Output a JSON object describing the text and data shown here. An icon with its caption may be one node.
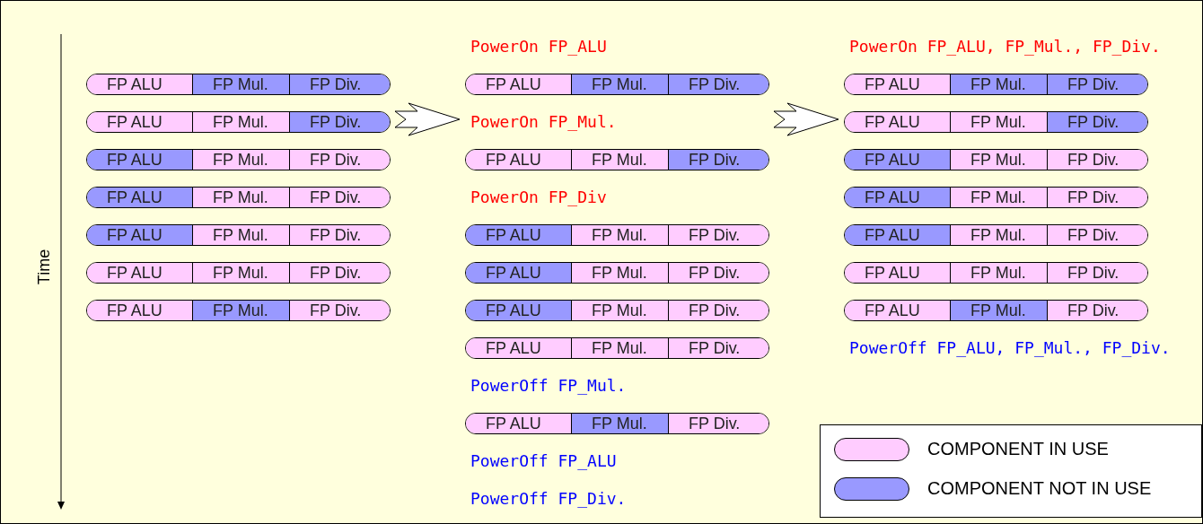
{
  "diagram": {
    "nodes": [
      {
        "text": [],
        "shape": "box"
      },
      {
        "text": [],
        "shape": "box"
      },
      {
        "text": [],
        "shape": "box"
      },
      {
        "text": [
          "FP ALU",
          "FP Mul.",
          "FP Div."
        ],
        "in": 0
      },
      {
        "text": [
          "FP ALU",
          "FP Mul.",
          "FP Div."
        ],
        "in": 0
      },
      {
        "text": [
          "FP ALU",
          "FP Mul.",
          "FP Div."
        ],
        "in": 0
      },
      {
        "text": [
          "FP ALU",
          "FP Mul.",
          "FP Div."
        ],
        "in": 0
      },
      {
        "text": [
          "FP ALU",
          "FP Mul.",
          "FP Div."
        ],
        "in": 0
      },
      {
        "text": [
          "FP ALU",
          "FP Mul.",
          "FP Div."
        ],
        "in": 0
      },
      {
        "text": [
          "FP ALU",
          "FP Mul.",
          "FP Div."
        ],
        "in": 0
      },
      {
        "text": [
          "FP ALU",
          "FP Mul.",
          "FP Div."
        ],
        "in": 1
      },
      {
        "text": [
          "FP ALU",
          "FP Mul.",
          "FP Div."
        ],
        "in": 1
      },
      {
        "text": [
          "FP ALU",
          "FP Mul.",
          "FP Div."
        ],
        "in": 1
      },
      {
        "text": [
          "FP ALU",
          "FP Mul.",
          "FP Div."
        ],
        "in": 1
      },
      {
        "text": [
          "FP ALU",
          "FP Mul.",
          "FP Div."
        ],
        "in": 1
      },
      {
        "text": [
          "FP ALU",
          "FP Mul.",
          "FP Div."
        ],
        "in": 1
      },
      {
        "text": [
          "FP ALU",
          "FP Mul.",
          "FP Div."
        ],
        "in": 1
      },
      {
        "text": [
          "FP ALU",
          "FP Mul.",
          "FP Div."
        ],
        "in": 2
      },
      {
        "text": [
          "FP ALU",
          "FP Mul.",
          "FP Div."
        ],
        "in": 2
      },
      {
        "text": [
          "FP ALU",
          "FP Mul.",
          "FP Div."
        ],
        "in": 2
      },
      {
        "text": [
          "FP ALU",
          "FP Mul.",
          "FP Div."
        ],
        "in": 2
      },
      {
        "text": [
          "FP ALU",
          "FP Mul.",
          "FP Div."
        ],
        "in": 2
      },
      {
        "text": [
          "FP ALU",
          "FP Mul.",
          "FP Div."
        ],
        "in": 2
      },
      {
        "text": [
          "FP ALU",
          "FP Mul.",
          "FP Div."
        ],
        "in": 2
      }
    ],
    "edges": [
      {
        "from": 0,
        "to": 1,
        "arrow": "to"
      },
      {
        "from": 1,
        "to": 2,
        "arrow": "to"
      }
    ],
    "labels": [
      "Time",
      "PowerOn FP_ALU",
      "PowerOn FP_Mul.",
      "PowerOn FP_Div",
      "PowerOff FP_Mul.",
      "PowerOff FP_ALU",
      "PowerOff FP_Div.",
      "PowerOn FP_ALU, FP_Mul., FP_Div.",
      "PowerOff FP_ALU, FP_Mul., FP_Div."
    ],
    "legend": [
      {
        "text": "COMPONENT IN USE",
        "color": "#ffccff"
      },
      {
        "text": "COMPONENT NOT IN USE",
        "color": "#9999ff"
      }
    ]
  }
}
